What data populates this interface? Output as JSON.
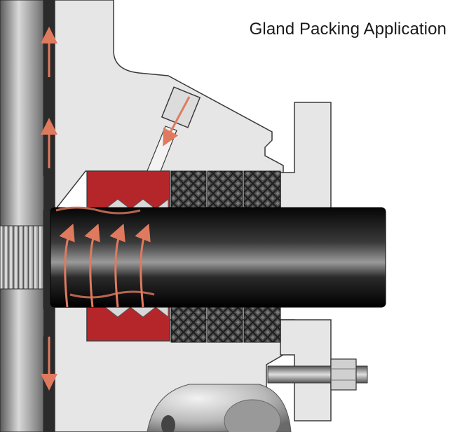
{
  "title": "Gland Packing Application",
  "colors": {
    "housing": "#e6e6e6",
    "outline": "#3a3a3a",
    "flow_arrow": "#e07a5f",
    "lantern_ring": "#b5262a",
    "packing": "#2e2e2e",
    "shaft": "#1c1c1c"
  },
  "components": [
    {
      "name": "pump-housing",
      "icon": "housing-section"
    },
    {
      "name": "lantern-ring",
      "icon": "red-ring"
    },
    {
      "name": "packing-rings",
      "icon": "braided-rings",
      "count": 3
    },
    {
      "name": "gland-follower",
      "icon": "flange"
    },
    {
      "name": "flush-port",
      "icon": "inlet-nozzle"
    },
    {
      "name": "shaft",
      "icon": "cylinder"
    },
    {
      "name": "gland-bolt",
      "icon": "stud-and-nut"
    }
  ]
}
